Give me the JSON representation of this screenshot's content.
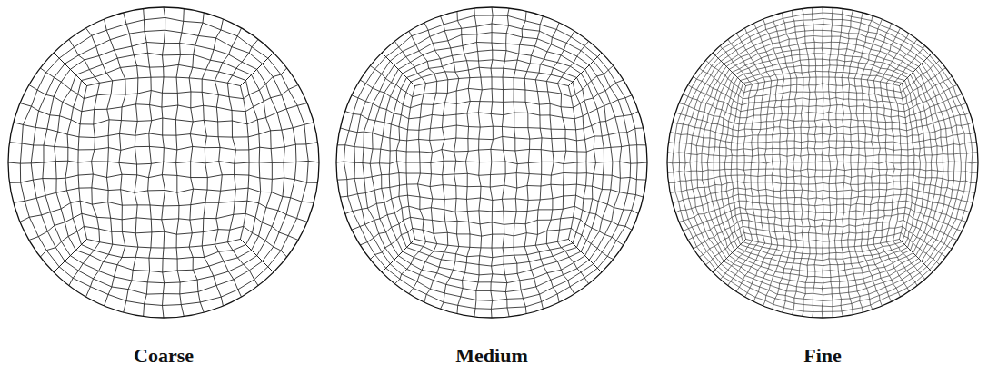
{
  "diagram": {
    "labels": [
      "Coarse",
      "Medium",
      "Fine"
    ]
  }
}
